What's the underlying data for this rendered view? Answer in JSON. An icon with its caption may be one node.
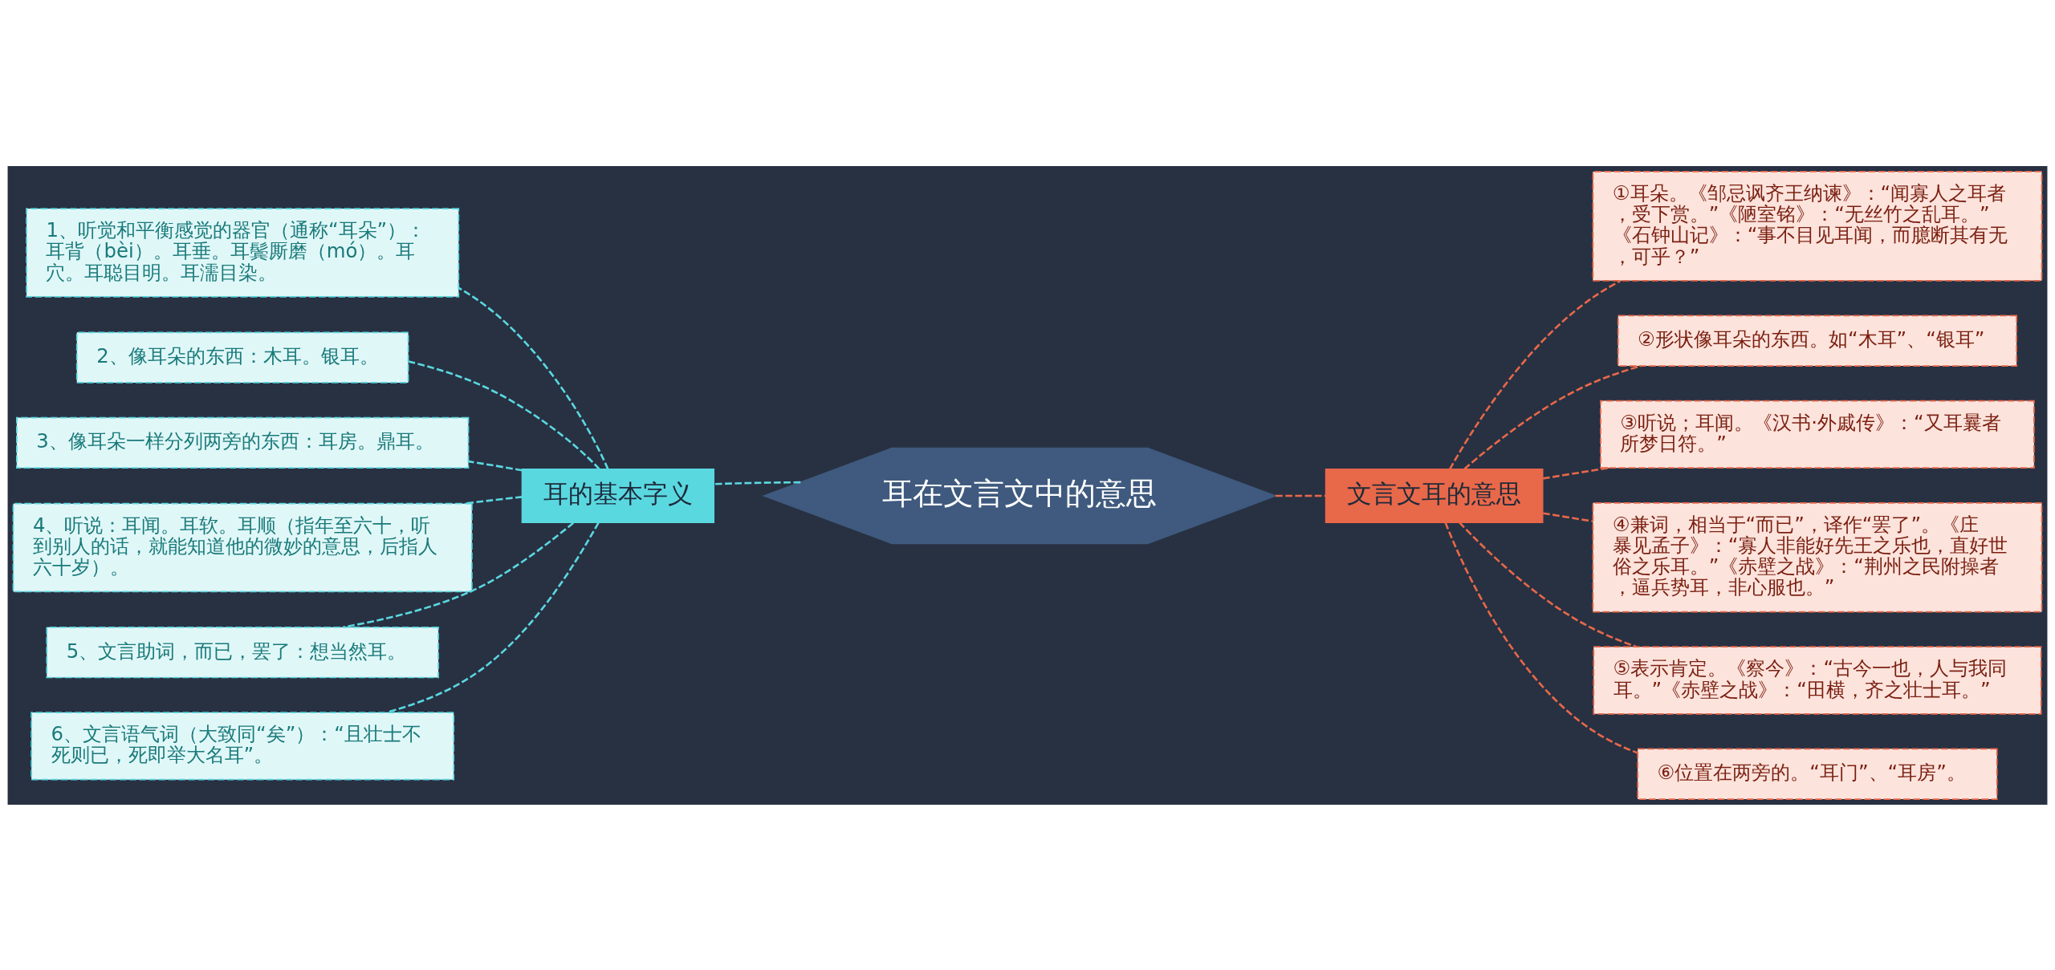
{
  "diagram": {
    "nodes": [
      {
        "text": [
          "耳在文言文中的意思"
        ]
      },
      {
        "text": [
          "耳的基本字义"
        ]
      },
      {
        "text": [
          "文言文耳的意思"
        ]
      },
      {
        "text": [
          "1、听觉和平衡感觉的器官（通称“耳朵”）：耳背（bèi）。耳垂。耳鬓厮磨（mó）。耳穴。耳聪目明。耳濡目染。"
        ]
      },
      {
        "text": [
          "2、像耳朵的东西：木耳。银耳。"
        ]
      },
      {
        "text": [
          "3、像耳朵一样分列两旁的东西：耳房。鼎耳。"
        ]
      },
      {
        "text": [
          "4、听说：耳闻。耳软。耳顺（指年至六十，听到别人的话，就能知道他的微妙的意思，后指人六十岁）。"
        ]
      },
      {
        "text": [
          "5、文言助词，而已，罢了：想当然耳。"
        ]
      },
      {
        "text": [
          "6、文言语气词（大致同“矣”）：“且壮士不死则已，死即举大名耳”。"
        ]
      },
      {
        "text": [
          "①耳朵。《邹忌讽齐王纳谏》：“闻寡人之耳者，受下赏。”《陋室铭》：“无丝竹之乱耳。”《石钟山记》：“事不目见耳闻，而臆断其有无，可乎？”"
        ]
      },
      {
        "text": [
          "②形状像耳朵的东西。如“木耳”、“银耳”"
        ]
      },
      {
        "text": [
          "③听说；耳闻。《汉书·外戚传》：“又耳曩者所梦日符。”"
        ]
      },
      {
        "text": [
          "④兼词，相当于“而已”，译作“罢了”。《庄暴见孟子》：“寡人非能好先王之乐也，直好世俗之乐耳。”《赤壁之战》：“荆州之民附操者，逼兵势耳，非心服也。”"
        ]
      },
      {
        "text": [
          "⑤表示肯定。《察今》：“古今一也，人与我同耳。”《赤壁之战》：“田横，齐之壮士耳。”"
        ]
      },
      {
        "text": [
          "⑥位置在两旁的。“耳门”、“耳房”。"
        ]
      }
    ],
    "edges": [
      {
        "from": 0,
        "to": 1,
        "arrow": "none",
        "style": "dashed",
        "color": "#5ad8e0"
      },
      {
        "from": 0,
        "to": 2,
        "arrow": "none",
        "style": "dashed",
        "color": "#e8684a"
      },
      {
        "from": 1,
        "to": 3,
        "arrow": "none",
        "style": "dashed",
        "color": "#5ad8e0"
      },
      {
        "from": 1,
        "to": 4,
        "arrow": "none",
        "style": "dashed",
        "color": "#5ad8e0"
      },
      {
        "from": 1,
        "to": 5,
        "arrow": "none",
        "style": "dashed",
        "color": "#5ad8e0"
      },
      {
        "from": 1,
        "to": 6,
        "arrow": "none",
        "style": "dashed",
        "color": "#5ad8e0"
      },
      {
        "from": 1,
        "to": 7,
        "arrow": "none",
        "style": "dashed",
        "color": "#5ad8e0"
      },
      {
        "from": 1,
        "to": 8,
        "arrow": "none",
        "style": "dashed",
        "color": "#5ad8e0"
      },
      {
        "from": 2,
        "to": 9,
        "arrow": "none",
        "style": "dashed",
        "color": "#e8684a"
      },
      {
        "from": 2,
        "to": 10,
        "arrow": "none",
        "style": "dashed",
        "color": "#e8684a"
      },
      {
        "from": 2,
        "to": 11,
        "arrow": "none",
        "style": "dashed",
        "color": "#e8684a"
      },
      {
        "from": 2,
        "to": 12,
        "arrow": "none",
        "style": "dashed",
        "color": "#e8684a"
      },
      {
        "from": 2,
        "to": 13,
        "arrow": "none",
        "style": "dashed",
        "color": "#e8684a"
      },
      {
        "from": 2,
        "to": 14,
        "arrow": "none",
        "style": "dashed",
        "color": "#e8684a"
      }
    ]
  }
}
